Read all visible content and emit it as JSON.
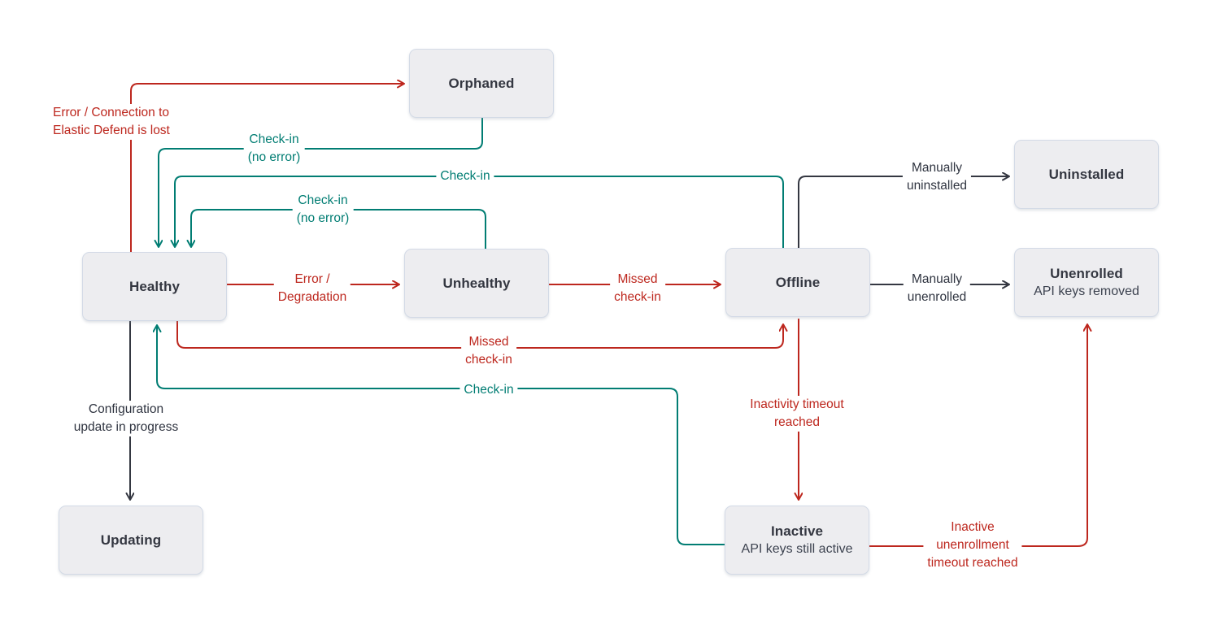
{
  "diagram": {
    "type": "state-diagram",
    "subject": "Elastic Agent statuses",
    "colors": {
      "red": "#bd271e",
      "teal": "#017d73",
      "dark": "#343741",
      "node_fill": "#ededf0",
      "node_border": "#d3dae6"
    },
    "nodes": {
      "orphaned": {
        "label": "Orphaned"
      },
      "uninstalled": {
        "label": "Uninstalled"
      },
      "healthy": {
        "label": "Healthy"
      },
      "unhealthy": {
        "label": "Unhealthy"
      },
      "offline": {
        "label": "Offline"
      },
      "unenrolled": {
        "label": "Unenrolled",
        "sublabel": "API keys removed"
      },
      "updating": {
        "label": "Updating"
      },
      "inactive": {
        "label": "Inactive",
        "sublabel": "API keys still active"
      }
    },
    "edges": {
      "healthy_to_orphaned": {
        "from": "Healthy",
        "to": "Orphaned",
        "color": "red",
        "label": "Error / Connection to\nElastic Defend is lost"
      },
      "orphaned_to_healthy": {
        "from": "Orphaned",
        "to": "Healthy",
        "color": "teal",
        "label": "Check-in\n(no error)"
      },
      "offline_to_healthy": {
        "from": "Offline",
        "to": "Healthy",
        "color": "teal",
        "label": "Check-in"
      },
      "unhealthy_to_healthy": {
        "from": "Unhealthy",
        "to": "Healthy",
        "color": "teal",
        "label": "Check-in\n(no error)"
      },
      "healthy_to_unhealthy": {
        "from": "Healthy",
        "to": "Unhealthy",
        "color": "red",
        "label": "Error /\nDegradation"
      },
      "unhealthy_to_offline": {
        "from": "Unhealthy",
        "to": "Offline",
        "color": "red",
        "label": "Missed\ncheck-in"
      },
      "offline_to_uninstalled": {
        "from": "Offline",
        "to": "Uninstalled",
        "color": "dark",
        "label": "Manually\nuninstalled"
      },
      "offline_to_unenrolled": {
        "from": "Offline",
        "to": "Unenrolled",
        "color": "dark",
        "label": "Manually\nunenrolled"
      },
      "healthy_to_offline": {
        "from": "Healthy",
        "to": "Offline",
        "color": "red",
        "label": "Missed\ncheck-in"
      },
      "inactive_to_healthy": {
        "from": "Inactive",
        "to": "Healthy",
        "color": "teal",
        "label": "Check-in"
      },
      "healthy_to_updating": {
        "from": "Healthy",
        "to": "Updating",
        "color": "dark",
        "label": "Configuration\nupdate in progress"
      },
      "offline_to_inactive": {
        "from": "Offline",
        "to": "Inactive",
        "color": "red",
        "label": "Inactivity timeout\nreached"
      },
      "inactive_to_unenrolled": {
        "from": "Inactive",
        "to": "Unenrolled",
        "color": "red",
        "label": "Inactive\nunenrollment\ntimeout reached"
      }
    }
  }
}
